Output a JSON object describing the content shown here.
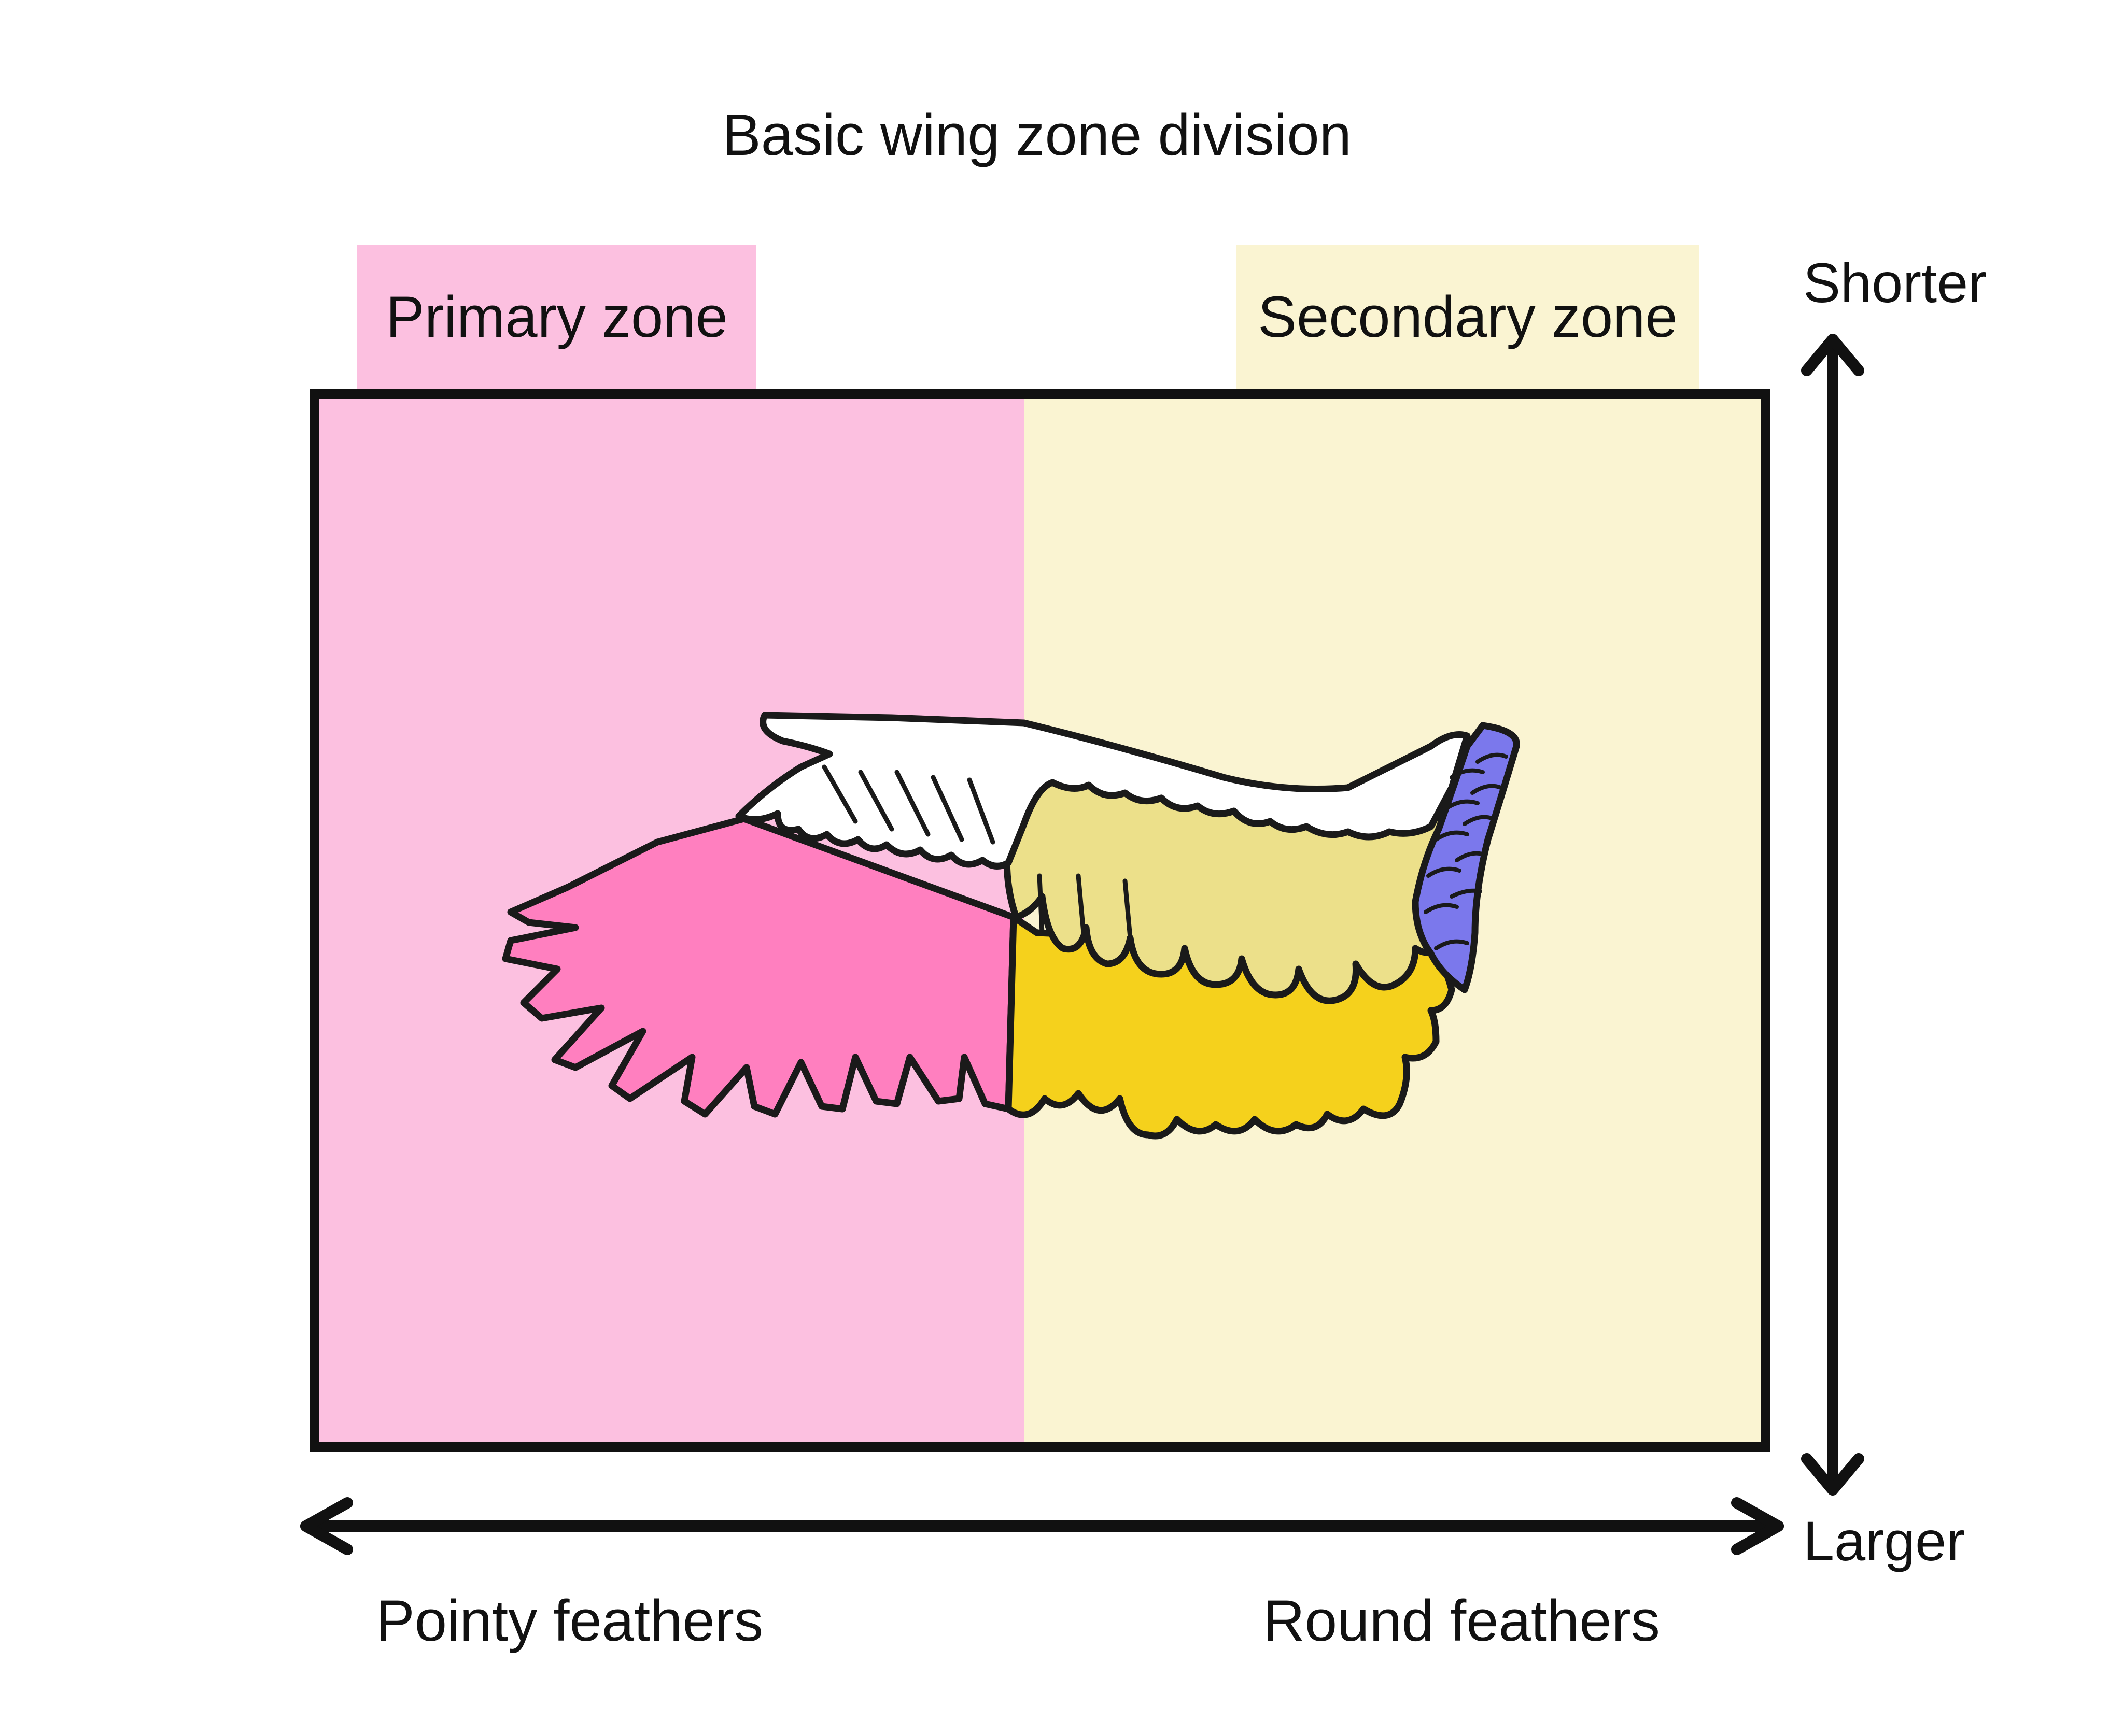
{
  "title": "Basic wing zone division",
  "zones": {
    "primary": {
      "label": "Primary zone",
      "color": "#fcc0e0"
    },
    "secondary": {
      "label": "Secondary zone",
      "color": "#faf4d2"
    }
  },
  "vertical_axis": {
    "top_label": "Shorter",
    "bottom_label": "Larger"
  },
  "horizontal_axis": {
    "left_label": "Pointy feathers",
    "right_label": "Round feathers"
  },
  "colors": {
    "primary_feathers": "#ff7fbf",
    "secondary_feathers": "#f5d11c",
    "secondary_covert_feathers": "#ece08a",
    "alula_feathers": "#7b78ec",
    "covert_feathers": "#ffffff",
    "outline": "#1a1a1a"
  }
}
